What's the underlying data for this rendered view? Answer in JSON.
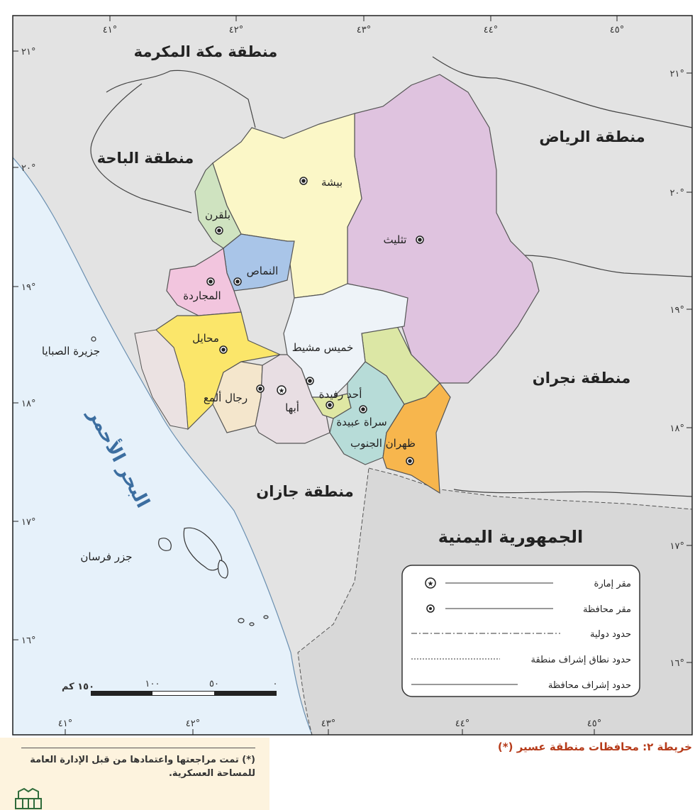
{
  "map": {
    "regions": {
      "makkah": "منطقة مكة المكرمة",
      "baha": "منطقة الباحة",
      "riyadh": "منطقة الرياض",
      "najran": "منطقة نجران",
      "jazan": "منطقة جازان",
      "yemen": "الجمهورية اليمنية",
      "red_sea": "البحر الأحمر"
    },
    "islands": {
      "sabaya": "جزيرة الصبايا",
      "farasan": "جزر فرسان"
    },
    "governorates": {
      "bisha": "بيشة",
      "tathlith": "تثليث",
      "balqarn": "بلقرن",
      "namas": "النماص",
      "majardah": "المجاردة",
      "muhayil": "محايل",
      "khamis": "خميس مشيط",
      "rijal_alma": "رجال ألمع",
      "abha": "أبها",
      "ahad_rafidah": "أحد رفيدة",
      "sarat_abidah": "سراة عبيدة",
      "dhahran_janub": "ظهران الجنوب"
    },
    "lon_ticks": [
      "٤١°",
      "٤٢°",
      "٤٣°",
      "٤٤°",
      "٤٥°"
    ],
    "lat_ticks_left": [
      "٢١°",
      "٢٠°",
      "١٩°",
      "١٨°",
      "١٧°",
      "١٦°"
    ],
    "lat_ticks_right": [
      "٢١°",
      "٢٠°",
      "١٩°",
      "١٨°",
      "١٧°",
      "١٦°"
    ],
    "scale": {
      "labels": [
        "١٥٠ كم",
        "١٠٠",
        "٥٠",
        "٠"
      ]
    },
    "legend": {
      "emirate_seat": "مقر إمارة",
      "governorate_seat": "مقر محافظة",
      "intl_border": "حدود دولية",
      "region_border": "حدود نطاق إشراف منطقة",
      "gov_border": "حدود إشراف محافظة"
    },
    "colors": {
      "sea": "#e6f1fa",
      "land_outside": "#e3e3e3",
      "yemen": "#d8d8d8",
      "bisha": "#fbf7c7",
      "tathlith": "#dfc3df",
      "balqarn": "#cfe3c0",
      "namas": "#a9c5e8",
      "majardah": "#f2c5de",
      "muhayil": "#fbe66a",
      "khamis": "#eef3f8",
      "rijal_alma": "#f4e6cc",
      "abha": "#e8dee3",
      "ahad_rafidah": "#dfe7a3",
      "sarat_abidah": "#b7dcd8",
      "dhahran_janub": "#f7b64d",
      "east_strip": "#dce7a5",
      "caption": "#b63b1a"
    }
  },
  "caption": "خريطة ٢: محافظات منطقة عسير (*)",
  "footnote": "(*) تمت مراجعتها واعتمادها من قبل الإدارة العامة للمساحة العسكرية."
}
